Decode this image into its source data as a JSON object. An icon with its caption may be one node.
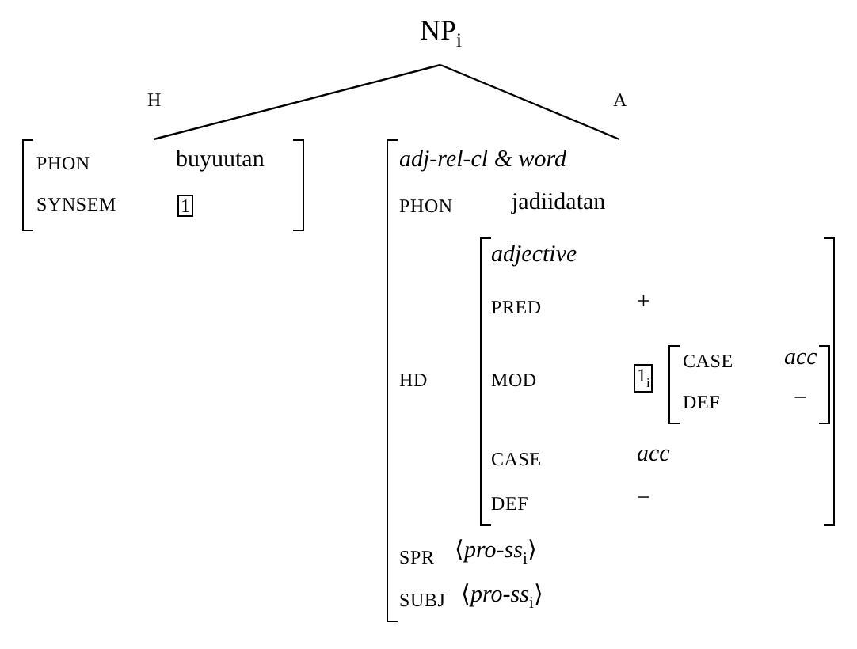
{
  "diagram": {
    "nodes": [
      {
        "text": [
          "NP$_{i}$"
        ]
      },
      {
        "text": [
          "PHON",
          "buyuutan",
          "SYNSEM",
          "1"
        ]
      },
      {
        "text": [
          "adj-rel-cl & word",
          "PHON",
          "jadiidatan",
          "HD",
          "SPR",
          "⟨*pro-ss*$_{i}$⟩",
          "SUBJ",
          "⟨*pro-ss*$_{i}$⟩"
        ]
      },
      {
        "text": [
          "adjective",
          "PRED",
          "+",
          "MOD",
          "1$_{i}$",
          "CASE",
          "acc",
          "DEF",
          "−"
        ],
        "in": 2
      },
      {
        "text": [
          "CASE",
          "acc",
          "DEF",
          "−"
        ],
        "in": 3
      }
    ],
    "edges": [
      {
        "from": 0,
        "to": 1,
        "arrow": "none",
        "label": "H"
      },
      {
        "from": 0,
        "to": 2,
        "arrow": "none",
        "label": "A"
      }
    ]
  }
}
